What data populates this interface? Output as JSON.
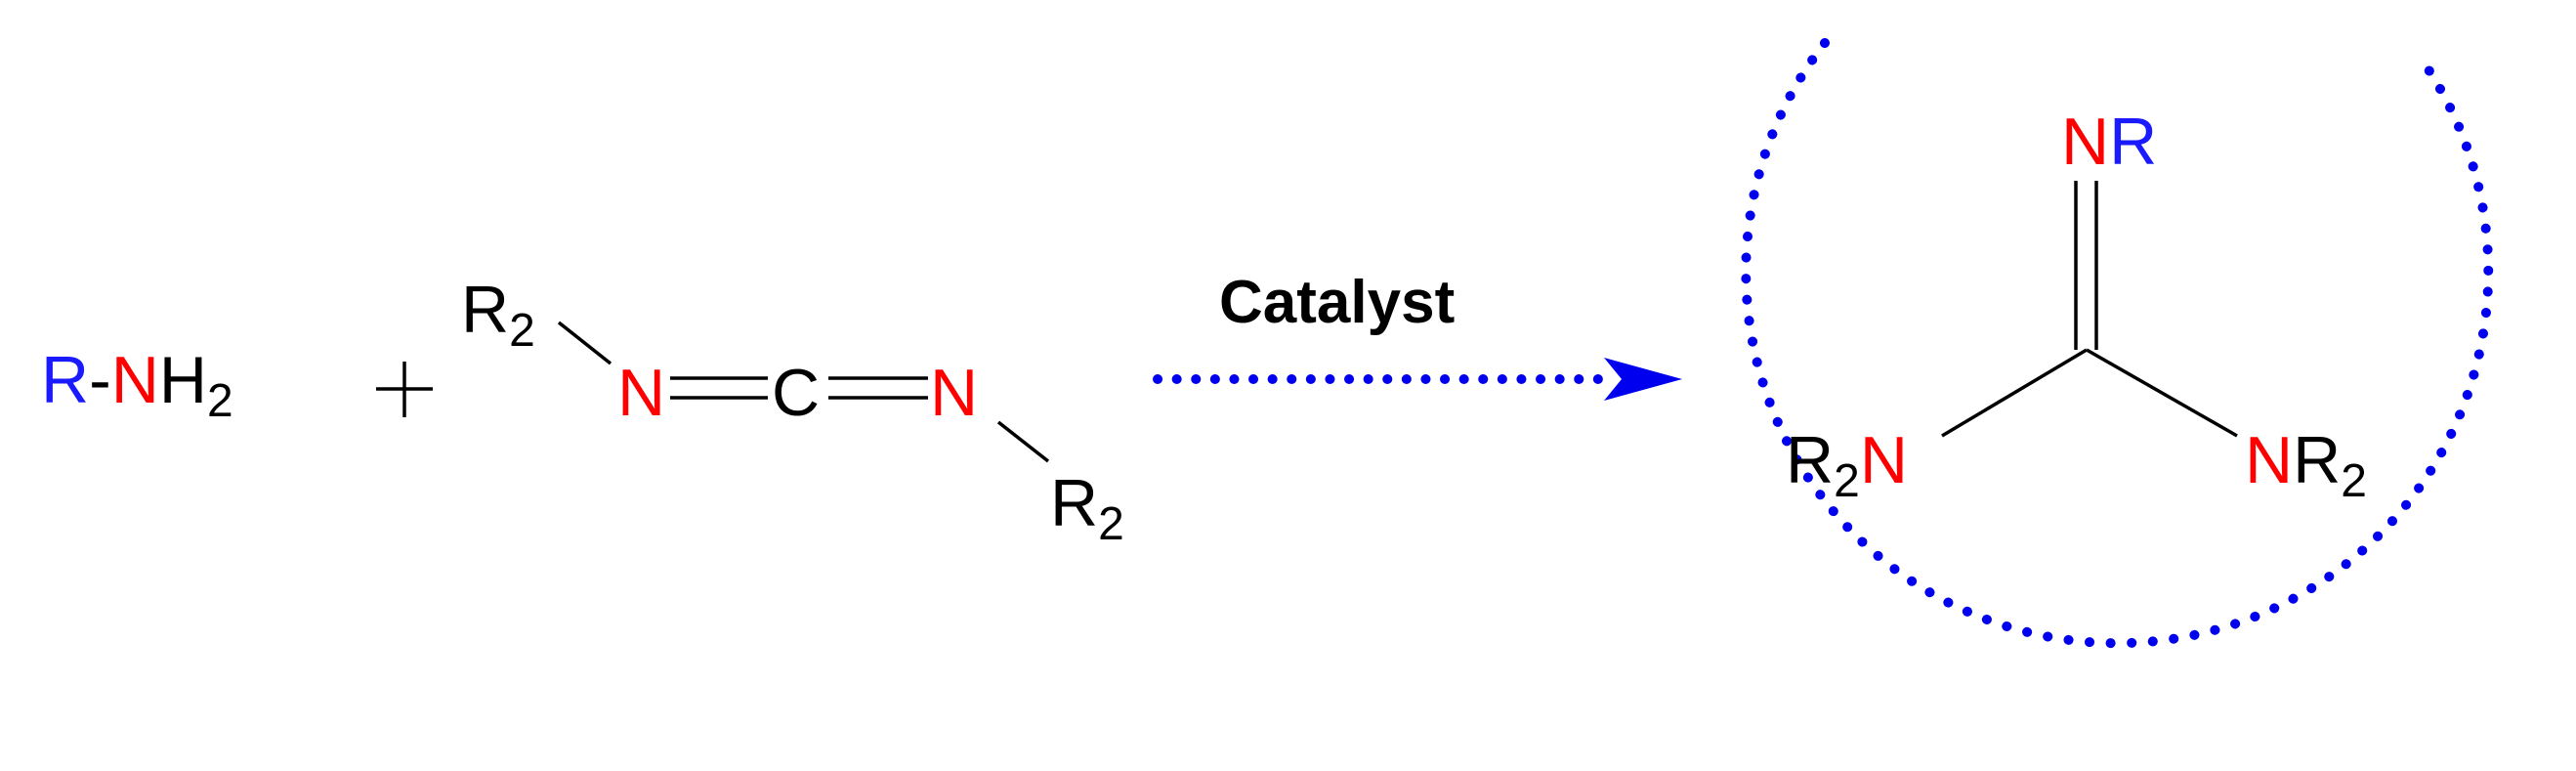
{
  "colors": {
    "r_group": "#1a1aff",
    "nitrogen": "#ff0000",
    "text": "#000000",
    "arrow": "#0000ee"
  },
  "reactant_amine": {
    "r": "R",
    "dash": "-",
    "n": "N",
    "h": "H",
    "sub": "2"
  },
  "plus_sign": "+",
  "carbodiimide": {
    "r_left": "R",
    "r_left_sub": "2",
    "n_left": "N",
    "c": "C",
    "n_right": "N",
    "r_right": "R",
    "r_right_sub": "2"
  },
  "catalyst_label": "Catalyst",
  "product_guanidine": {
    "top_n": "N",
    "top_r": "R",
    "left_r": "R",
    "left_sub": "2",
    "left_n": "N",
    "right_n": "N",
    "right_r": "R",
    "right_sub": "2"
  }
}
